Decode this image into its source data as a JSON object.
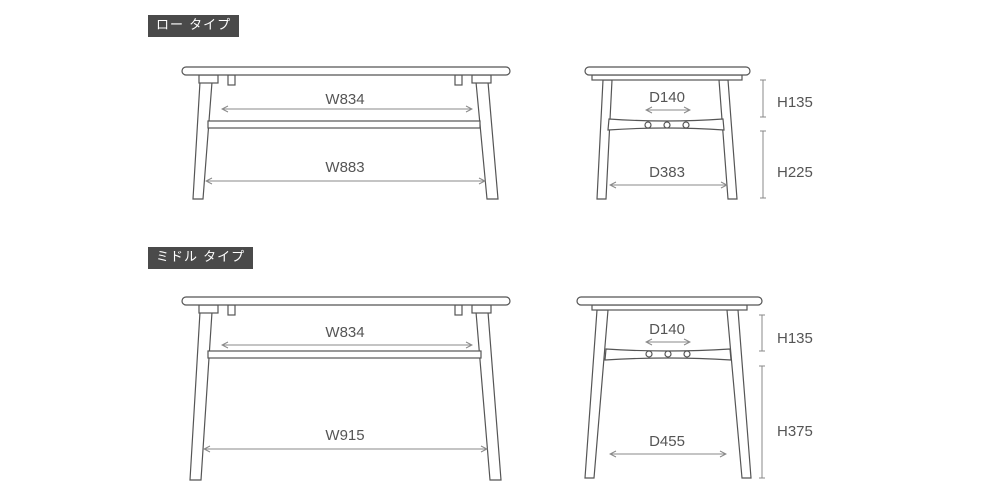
{
  "sections": [
    {
      "label": "ロー タイプ",
      "front": {
        "top_width": "W834",
        "bottom_width": "W883"
      },
      "side": {
        "top_depth": "D140",
        "bottom_depth": "D383",
        "upper_height": "H135",
        "lower_height": "H225"
      }
    },
    {
      "label": "ミドル タイプ",
      "front": {
        "top_width": "W834",
        "bottom_width": "W915"
      },
      "side": {
        "top_depth": "D140",
        "bottom_depth": "D455",
        "upper_height": "H135",
        "lower_height": "H375"
      }
    }
  ],
  "colors": {
    "label_bg": "#4a4a4a",
    "line": "#555555",
    "dimension": "#888888"
  }
}
